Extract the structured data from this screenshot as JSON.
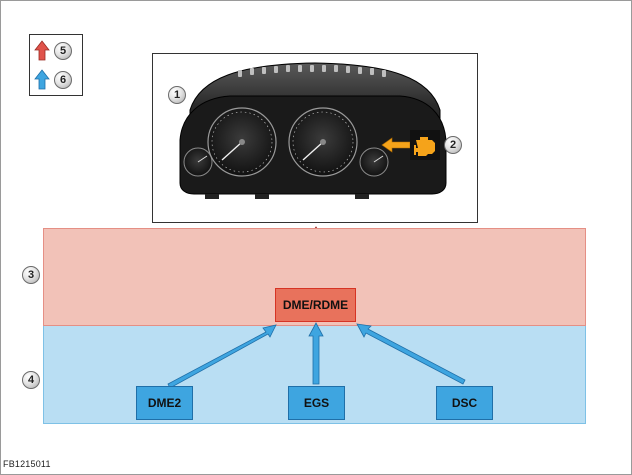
{
  "legend": {
    "items": [
      {
        "number": "5",
        "arrow_color": "#e0524a"
      },
      {
        "number": "6",
        "arrow_color": "#3ea5e0"
      }
    ]
  },
  "callouts": {
    "cluster": "1",
    "warning_lamp": "2",
    "band_red": "3",
    "band_blue": "4"
  },
  "ecus": {
    "dme": "DME/RDME",
    "dme2": "DME2",
    "egs": "EGS",
    "dsc": "DSC"
  },
  "colors": {
    "band_red_fill": "#f2c2b8",
    "band_blue_fill": "#b9def3",
    "red_arrow": "#e0524a",
    "blue_arrow": "#3ea5e0",
    "warning_amber": "#f5a31a",
    "warning_icon_bg": "#111111"
  },
  "icons": {
    "warning_lamp": "check-engine-icon"
  },
  "caption": "FB1215011"
}
